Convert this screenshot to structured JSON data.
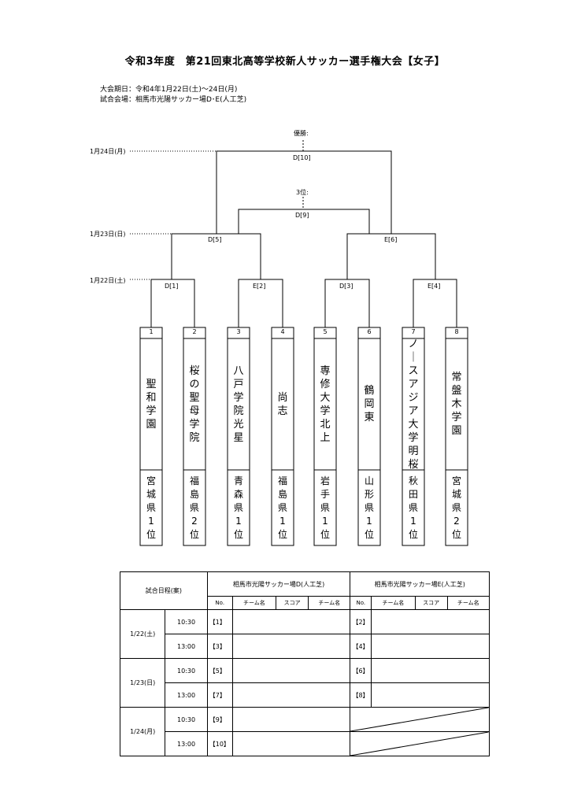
{
  "title": "令和3年度　第21回東北高等学校新人サッカー選手権大会【女子】",
  "info": {
    "period": "大会期日：令和4年1月22日(土)～24日(月)",
    "venue": "試合会場：相馬市光陽サッカー場D･E(人工芝)"
  },
  "dates": {
    "d24": "1月24日(月)",
    "d23": "1月23日(日)",
    "d22": "1月22日(土)"
  },
  "labels": {
    "champion": "優勝:",
    "third": "3位:",
    "final": "D[10]",
    "third_match": "D[9]",
    "sf1": "D[5]",
    "sf2": "E[6]",
    "qf1": "D[1]",
    "qf2": "E[2]",
    "qf3": "D[3]",
    "qf4": "E[4]"
  },
  "teams": [
    {
      "no": "1",
      "name": "聖和学園",
      "pref": "宮城県1位"
    },
    {
      "no": "2",
      "name": "桜の聖母学院",
      "pref": "福島県2位"
    },
    {
      "no": "3",
      "name": "八戸学院光星",
      "pref": "青森県1位"
    },
    {
      "no": "4",
      "name": "尚志",
      "pref": "福島県1位"
    },
    {
      "no": "5",
      "name": "専修大学北上",
      "pref": "岩手県1位"
    },
    {
      "no": "6",
      "name": "鶴岡東",
      "pref": "山形県1位"
    },
    {
      "no": "7",
      "name": "ノースアジア大学明桜",
      "pref": "秋田県1位"
    },
    {
      "no": "8",
      "name": "常盤木学園",
      "pref": "宮城県2位"
    }
  ],
  "schedule": {
    "head": "試合日程(案)",
    "venue_d": "相馬市光陽サッカー場D(人工芝)",
    "venue_e": "相馬市光陽サッカー場E(人工芝)",
    "col_no": "No.",
    "col_team": "チーム名",
    "col_score": "スコア",
    "days": [
      {
        "day": "1/22(土)",
        "rows": [
          {
            "time": "10:30",
            "d": "【1】",
            "e": "【2】"
          },
          {
            "time": "13:00",
            "d": "【3】",
            "e": "【4】"
          }
        ]
      },
      {
        "day": "1/23(日)",
        "rows": [
          {
            "time": "10:30",
            "d": "【5】",
            "e": "【6】"
          },
          {
            "time": "13:00",
            "d": "【7】",
            "e": "【8】"
          }
        ]
      },
      {
        "day": "1/24(月)",
        "rows": [
          {
            "time": "10:30",
            "d": "【9】",
            "e": ""
          },
          {
            "time": "13:00",
            "d": "【10】",
            "e": ""
          }
        ]
      }
    ]
  }
}
